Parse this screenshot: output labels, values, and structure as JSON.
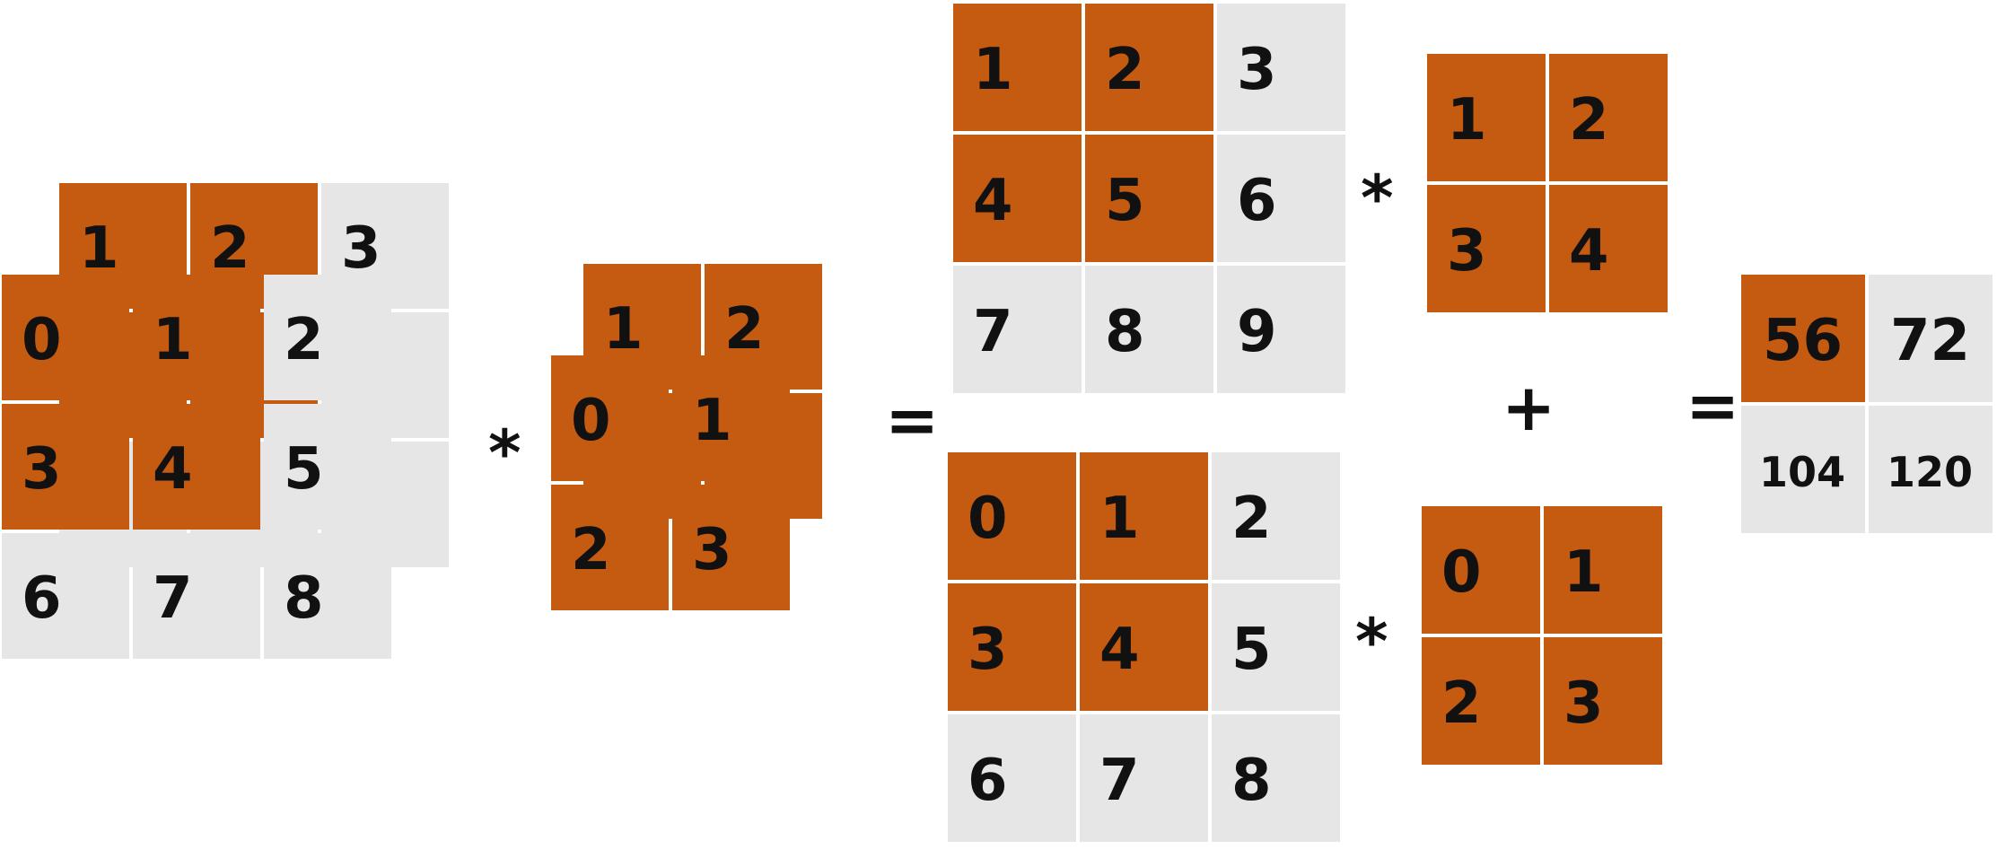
{
  "colors": {
    "highlight": "#c55a11",
    "background_cell": "#e6e6e6",
    "text": "#111111"
  },
  "input_back": [
    [
      "1",
      "2",
      "3"
    ],
    [
      "",
      "",
      ""
    ],
    [
      "",
      "",
      ""
    ]
  ],
  "input_front": [
    [
      "0",
      "1",
      "2"
    ],
    [
      "3",
      "4",
      "5"
    ],
    [
      "6",
      "7",
      "8"
    ]
  ],
  "kernel_back": [
    [
      "1",
      "2"
    ],
    [
      "",
      ""
    ]
  ],
  "kernel_front": [
    [
      "0",
      "1"
    ],
    [
      "2",
      "3"
    ]
  ],
  "channel1_input": [
    [
      "1",
      "2",
      "3"
    ],
    [
      "4",
      "5",
      "6"
    ],
    [
      "7",
      "8",
      "9"
    ]
  ],
  "channel1_kernel": [
    [
      "1",
      "2"
    ],
    [
      "3",
      "4"
    ]
  ],
  "channel0_input": [
    [
      "0",
      "1",
      "2"
    ],
    [
      "3",
      "4",
      "5"
    ],
    [
      "6",
      "7",
      "8"
    ]
  ],
  "channel0_kernel": [
    [
      "0",
      "1"
    ],
    [
      "2",
      "3"
    ]
  ],
  "output": [
    [
      "56",
      "72"
    ],
    [
      "104",
      "120"
    ]
  ],
  "highlight_3x3": [
    [
      true,
      true,
      false
    ],
    [
      true,
      true,
      false
    ],
    [
      false,
      false,
      false
    ]
  ],
  "highlight_2x2": [
    [
      true,
      true
    ],
    [
      true,
      true
    ]
  ],
  "highlight_output": [
    [
      true,
      false
    ],
    [
      false,
      false
    ]
  ],
  "operators": {
    "conv": "*",
    "equals": "=",
    "plus": "+"
  }
}
